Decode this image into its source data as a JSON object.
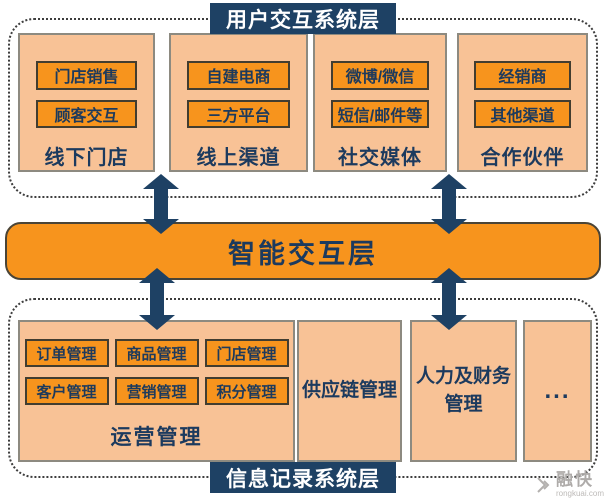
{
  "colors": {
    "navy": "#1e4164",
    "orange": "#f7941d",
    "peach": "#f8c296",
    "label_text": "#ffffff"
  },
  "top_layer": {
    "label": "用户交互系统层",
    "groups": [
      {
        "title": "线下门店",
        "items": [
          "门店销售",
          "顾客交互"
        ]
      },
      {
        "title": "线上渠道",
        "items": [
          "自建电商",
          "三方平台"
        ]
      },
      {
        "title": "社交媒体",
        "items": [
          "微博/微信",
          "短信/邮件等"
        ]
      },
      {
        "title": "合作伙伴",
        "items": [
          "经销商",
          "其他渠道"
        ]
      }
    ]
  },
  "middle_layer": {
    "label": "智能交互层"
  },
  "bottom_layer": {
    "label": "信息记录系统层",
    "operations": {
      "title": "运营管理",
      "items": [
        "订单管理",
        "商品管理",
        "门店管理",
        "客户管理",
        "营销管理",
        "积分管理"
      ]
    },
    "columns": [
      "供应链管理",
      "人力及财务\n管理",
      "..."
    ]
  },
  "watermark": {
    "brand": "融快",
    "domain": "rongkuai.com"
  }
}
